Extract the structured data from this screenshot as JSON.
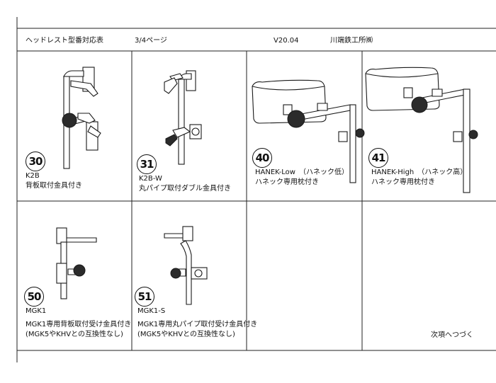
{
  "header": {
    "title": "ヘッドレスト型番対応表",
    "page": "3/4ページ",
    "version": "V20.04",
    "company": "川端鉄工所㈱"
  },
  "items": [
    {
      "number": "30",
      "model": "K2B",
      "description": "背板取付金具付き"
    },
    {
      "number": "31",
      "model": "K2B-W",
      "description": "丸パイプ取付ダブル金具付き"
    },
    {
      "number": "40",
      "model": "HANEK-Low　（ハネック低）",
      "description": "ハネック専用枕付き"
    },
    {
      "number": "41",
      "model": "HANEK-High　（ハネック高）",
      "description": "ハネック専用枕付き"
    },
    {
      "number": "50",
      "model": "MGK1",
      "description": "MGK1専用背板取付受け金具付き",
      "note": "(MGK5やKHVとの互換性なし)"
    },
    {
      "number": "51",
      "model": "MGK1-S",
      "description": "MGK1専用丸パイプ取付受け金具付き",
      "note": "(MGK5やKHVとの互換性なし)"
    }
  ],
  "footer": {
    "next": "次項へつづく"
  },
  "icons": [
    "headrest-k2b-icon",
    "headrest-k2bw-icon",
    "hanek-low-icon",
    "hanek-high-icon",
    "mgk1-icon",
    "mgk1s-icon"
  ]
}
